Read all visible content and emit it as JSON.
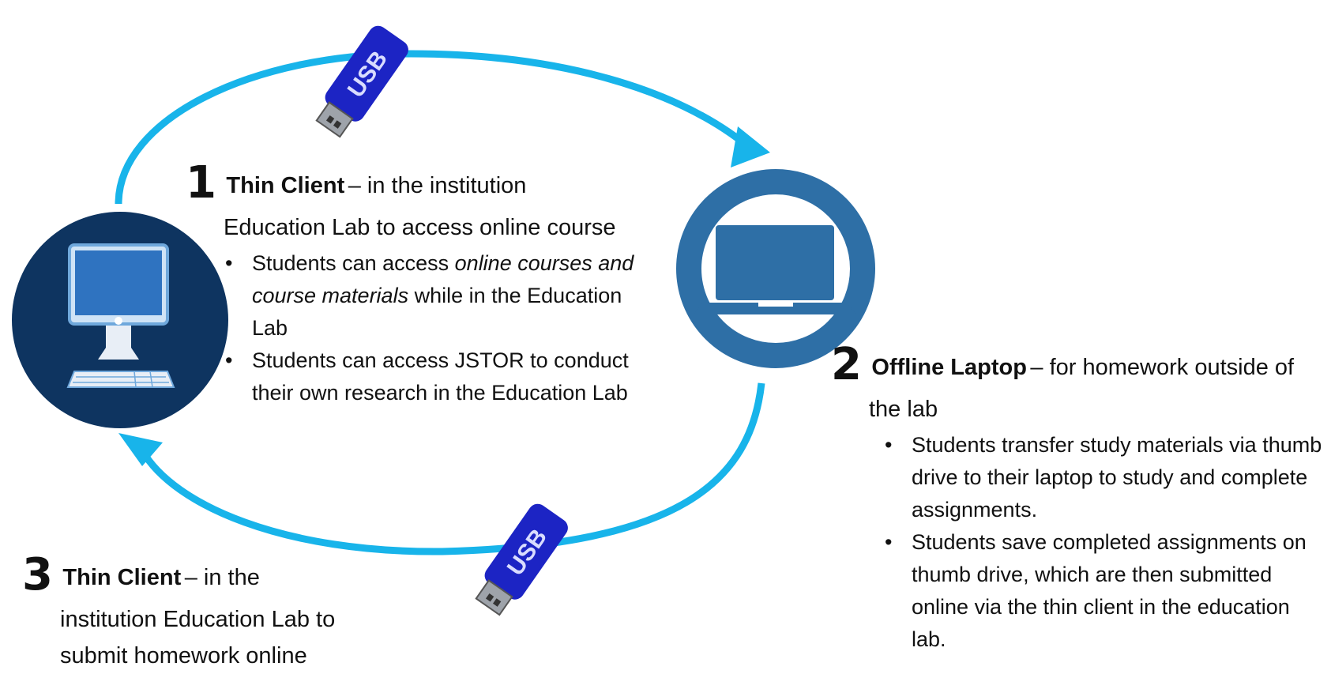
{
  "colors": {
    "cycle_arrow": "#18b4ea",
    "desktop_circle": "#0e3460",
    "laptop_ring": "#2e6fa6",
    "usb_body": "#1c24c4",
    "monitor_screen": "#2f73c0"
  },
  "icons": {
    "usb_top": "usb-drive-icon",
    "usb_bottom": "usb-drive-icon",
    "desktop": "desktop-computer-icon",
    "laptop": "laptop-icon"
  },
  "usb_label": "USB",
  "step1": {
    "number": "1",
    "title": "Thin Client",
    "desc_first": "– in the institution",
    "desc_second": "Education Lab to access online course",
    "bullets": [
      {
        "pre": "Students can access ",
        "em": "online courses and course materials",
        "post": " while in the Education Lab"
      },
      {
        "text": "Students can access JSTOR to conduct their own research in the Education Lab"
      }
    ]
  },
  "step2": {
    "number": "2",
    "title": "Offline Laptop",
    "desc_first": "– for homework outside of",
    "desc_second": "the lab",
    "bullets": [
      "Students transfer study materials via thumb drive to their laptop to study and complete assignments.",
      "Students save completed assignments on thumb drive, which are then submitted online via the thin client in the education lab."
    ]
  },
  "step3": {
    "number": "3",
    "title": "Thin Client",
    "desc_first": "– in the",
    "desc_second": "institution Education Lab to",
    "desc_third": "submit homework online"
  }
}
